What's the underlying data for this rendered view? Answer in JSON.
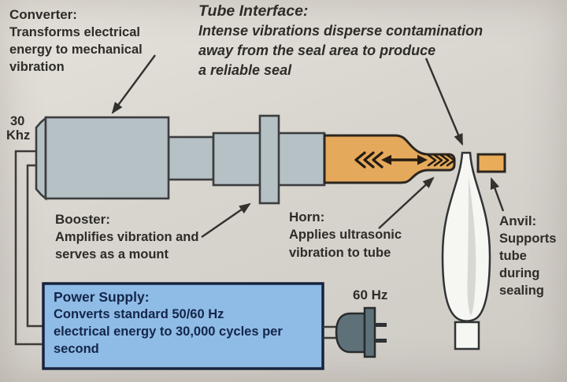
{
  "blocks": {
    "converter": {
      "heading": "Converter:",
      "lines": [
        "Transforms electrical",
        "energy to mechanical",
        "vibration"
      ]
    },
    "tube_interface": {
      "heading": "Tube Interface:",
      "lines": [
        "Intense vibrations disperse contamination",
        "away from the seal area to produce",
        "a reliable seal"
      ]
    },
    "booster": {
      "heading": "Booster:",
      "lines": [
        "Amplifies vibration and",
        "serves as a mount"
      ]
    },
    "horn": {
      "heading": "Horn:",
      "lines": [
        "Applies ultrasonic",
        "vibration to tube"
      ]
    },
    "anvil": {
      "heading": "Anvil:",
      "lines": [
        "Supports",
        "tube",
        "during",
        "sealing"
      ]
    },
    "power_supply": {
      "heading": "Power Supply:",
      "lines": [
        "Converts standard 50/60 Hz",
        "electrical energy to 30,000 cycles per",
        "second"
      ]
    }
  },
  "callouts": {
    "converter_frequency_line1": "30",
    "converter_frequency_line2": "Khz",
    "mains_frequency": "60 Hz"
  },
  "colors": {
    "bg-top": "#e6e3dc",
    "bg-bottom": "#cecac4",
    "ink": "#2e2c28",
    "metal": "#b6c1c5",
    "metal-stroke": "#3b3d3e",
    "horn": "#e5a95c",
    "horn-stroke": "#2b2620",
    "anvil": "#e9ac58",
    "tube-fill": "#f6f6f2",
    "tube-stroke": "#303335",
    "power-fill": "#8fbce6",
    "power-stroke": "#17233d",
    "power-text": "#14264a",
    "plug": "#5e7179",
    "wire": "#3c3b37",
    "arrow": "#33312c"
  }
}
